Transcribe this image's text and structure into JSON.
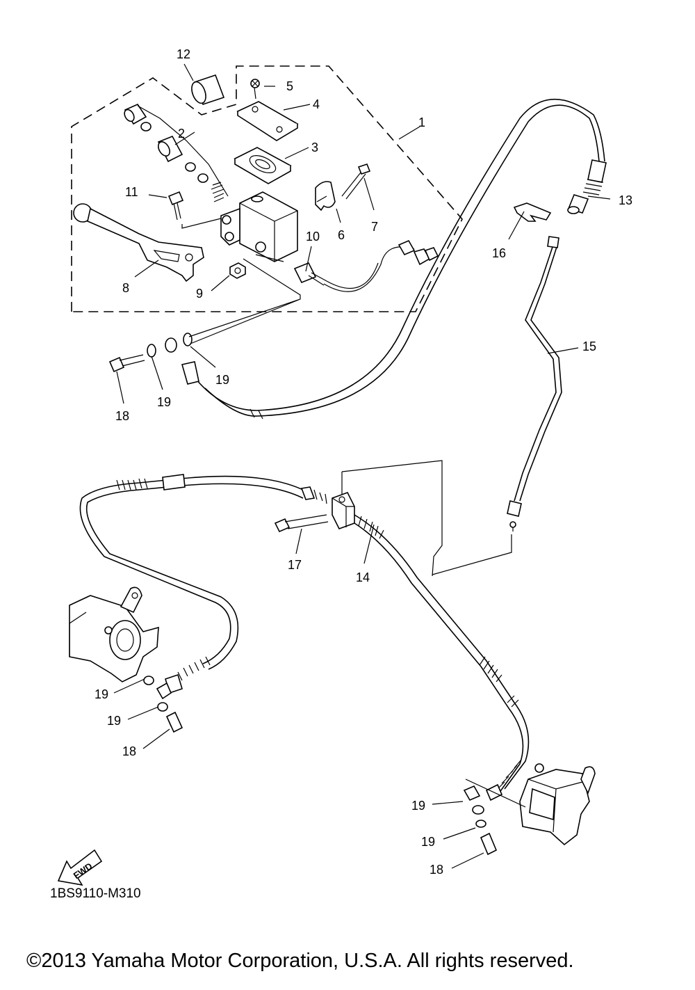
{
  "diagram_code": "1BS9110-M310",
  "copyright": "©2013 Yamaha Motor Corporation, U.S.A. All rights reserved.",
  "fwd_label": "FWD",
  "labels": {
    "n1": "1",
    "n2": "2",
    "n3": "3",
    "n4": "4",
    "n5": "5",
    "n6": "6",
    "n7": "7",
    "n8": "8",
    "n9": "9",
    "n10": "10",
    "n11": "11",
    "n12": "12",
    "n13": "13",
    "n14": "14",
    "n15": "15",
    "n16": "16",
    "n17": "17",
    "n18": "18",
    "n19": "19"
  }
}
